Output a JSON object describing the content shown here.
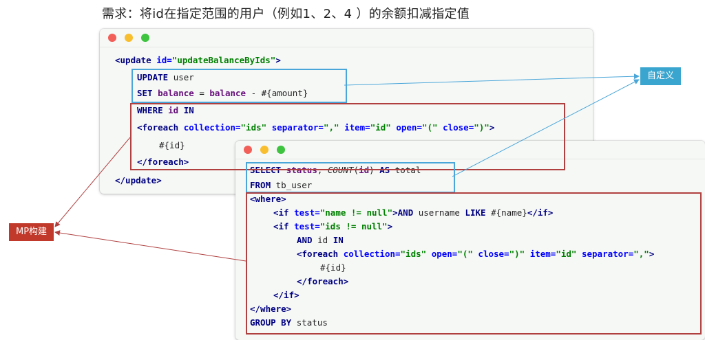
{
  "heading": "需求：将id在指定范围的用户（例如1、2、4 ）的余额扣减指定值",
  "labels": {
    "custom": "自定义",
    "mp_build": "MP构建"
  },
  "window1": {
    "lines": [
      {
        "indent": 0,
        "tokens": [
          {
            "t": "tag",
            "v": "<update "
          },
          {
            "t": "attr",
            "v": "id="
          },
          {
            "t": "str",
            "v": "\"updateBalanceByIds\""
          },
          {
            "t": "tag",
            "v": ">"
          }
        ]
      },
      {
        "indent": 1,
        "tokens": [
          {
            "t": "kw",
            "v": "UPDATE "
          },
          {
            "t": "plain",
            "v": "user"
          }
        ]
      },
      {
        "indent": 1,
        "tokens": [
          {
            "t": "kw",
            "v": "SET "
          },
          {
            "t": "var",
            "v": "balance"
          },
          {
            "t": "plain",
            "v": " = "
          },
          {
            "t": "var",
            "v": "balance"
          },
          {
            "t": "plain",
            "v": " - #{amount}"
          }
        ]
      },
      {
        "indent": 1,
        "tokens": [
          {
            "t": "kw",
            "v": "WHERE "
          },
          {
            "t": "var",
            "v": "id"
          },
          {
            "t": "kw",
            "v": " IN"
          }
        ]
      },
      {
        "indent": 1,
        "tokens": [
          {
            "t": "tag",
            "v": "<foreach "
          },
          {
            "t": "attr",
            "v": "collection="
          },
          {
            "t": "str",
            "v": "\"ids\""
          },
          {
            "t": "attr",
            "v": " separator="
          },
          {
            "t": "str",
            "v": "\",\""
          },
          {
            "t": "attr",
            "v": " item="
          },
          {
            "t": "str",
            "v": "\"id\""
          },
          {
            "t": "attr",
            "v": " open="
          },
          {
            "t": "str",
            "v": "\"(\""
          },
          {
            "t": "attr",
            "v": " close="
          },
          {
            "t": "str",
            "v": "\")\""
          },
          {
            "t": "tag",
            "v": ">"
          }
        ]
      },
      {
        "indent": 2,
        "tokens": [
          {
            "t": "plain",
            "v": "#{id}"
          }
        ]
      },
      {
        "indent": 1,
        "tokens": [
          {
            "t": "tag",
            "v": "</foreach>"
          }
        ]
      },
      {
        "indent": 0,
        "tokens": [
          {
            "t": "tag",
            "v": "</update>"
          }
        ]
      }
    ]
  },
  "window2": {
    "lines": [
      {
        "indent": 0,
        "tokens": [
          {
            "t": "kw",
            "v": "SELECT "
          },
          {
            "t": "var",
            "v": "status"
          },
          {
            "t": "plain",
            "v": ", "
          },
          {
            "t": "it",
            "v": "COUNT"
          },
          {
            "t": "plain",
            "v": "("
          },
          {
            "t": "var",
            "v": "id"
          },
          {
            "t": "plain",
            "v": ") "
          },
          {
            "t": "kw",
            "v": "AS "
          },
          {
            "t": "plain",
            "v": "total"
          }
        ]
      },
      {
        "indent": 0,
        "tokens": [
          {
            "t": "kw",
            "v": "FROM "
          },
          {
            "t": "plain",
            "v": "tb_user"
          }
        ]
      },
      {
        "indent": 0,
        "tokens": [
          {
            "t": "tag",
            "v": "<where>"
          }
        ]
      },
      {
        "indent": 1,
        "tokens": [
          {
            "t": "tag",
            "v": "<if "
          },
          {
            "t": "attr",
            "v": "test="
          },
          {
            "t": "str",
            "v": "\"name != null\""
          },
          {
            "t": "tag",
            "v": ">"
          },
          {
            "t": "kw",
            "v": "AND "
          },
          {
            "t": "plain",
            "v": "username "
          },
          {
            "t": "kw",
            "v": "LIKE "
          },
          {
            "t": "plain",
            "v": "#{name}"
          },
          {
            "t": "tag",
            "v": "</if>"
          }
        ]
      },
      {
        "indent": 1,
        "tokens": [
          {
            "t": "tag",
            "v": "<if "
          },
          {
            "t": "attr",
            "v": "test="
          },
          {
            "t": "str",
            "v": "\"ids != null\""
          },
          {
            "t": "tag",
            "v": ">"
          }
        ]
      },
      {
        "indent": 2,
        "tokens": [
          {
            "t": "kw",
            "v": "AND "
          },
          {
            "t": "plain",
            "v": "id "
          },
          {
            "t": "kw",
            "v": "IN"
          }
        ]
      },
      {
        "indent": 2,
        "tokens": [
          {
            "t": "tag",
            "v": "<foreach "
          },
          {
            "t": "attr",
            "v": "collection="
          },
          {
            "t": "str",
            "v": "\"ids\""
          },
          {
            "t": "attr",
            "v": " open="
          },
          {
            "t": "str",
            "v": "\"(\""
          },
          {
            "t": "attr",
            "v": " close="
          },
          {
            "t": "str",
            "v": "\")\""
          },
          {
            "t": "attr",
            "v": " item="
          },
          {
            "t": "str",
            "v": "\"id\""
          },
          {
            "t": "attr",
            "v": " separator="
          },
          {
            "t": "str",
            "v": "\",\""
          },
          {
            "t": "tag",
            "v": ">"
          }
        ]
      },
      {
        "indent": 3,
        "tokens": [
          {
            "t": "plain",
            "v": "#{id}"
          }
        ]
      },
      {
        "indent": 2,
        "tokens": [
          {
            "t": "tag",
            "v": "</foreach>"
          }
        ]
      },
      {
        "indent": 1,
        "tokens": [
          {
            "t": "tag",
            "v": "</if>"
          }
        ]
      },
      {
        "indent": 0,
        "tokens": [
          {
            "t": "tag",
            "v": "</where>"
          }
        ]
      },
      {
        "indent": 0,
        "tokens": [
          {
            "t": "kw",
            "v": "GROUP BY "
          },
          {
            "t": "plain",
            "v": "status"
          }
        ]
      }
    ]
  },
  "colors": {
    "custom_box": "#4aa6d8",
    "mp_box": "#b04040",
    "custom_label_bg": "#3aa6cf",
    "mp_label_bg": "#c0392b"
  }
}
